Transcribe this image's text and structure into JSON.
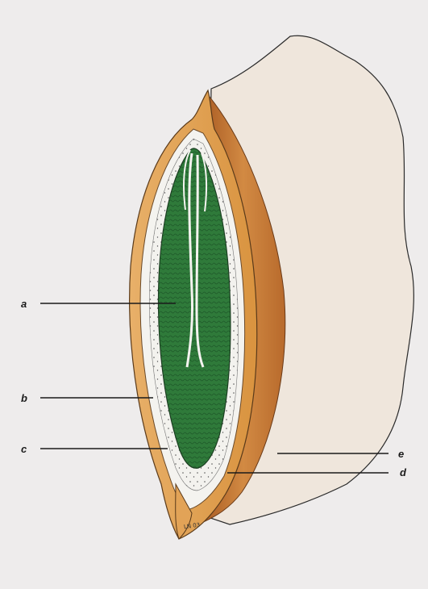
{
  "labels": {
    "a": "a",
    "b": "b",
    "c": "c",
    "d": "d",
    "e": "e"
  },
  "signature": "LN 03",
  "colors": {
    "background": "#eeecec",
    "endosperm": "#efe6dc",
    "seed_coat": "#e2a357",
    "seed_coat_dark": "#b86a2c",
    "embryo": "#2f7a3a",
    "embryo_dark": "#1f5a2a",
    "white_layer": "#f3f2ee"
  }
}
